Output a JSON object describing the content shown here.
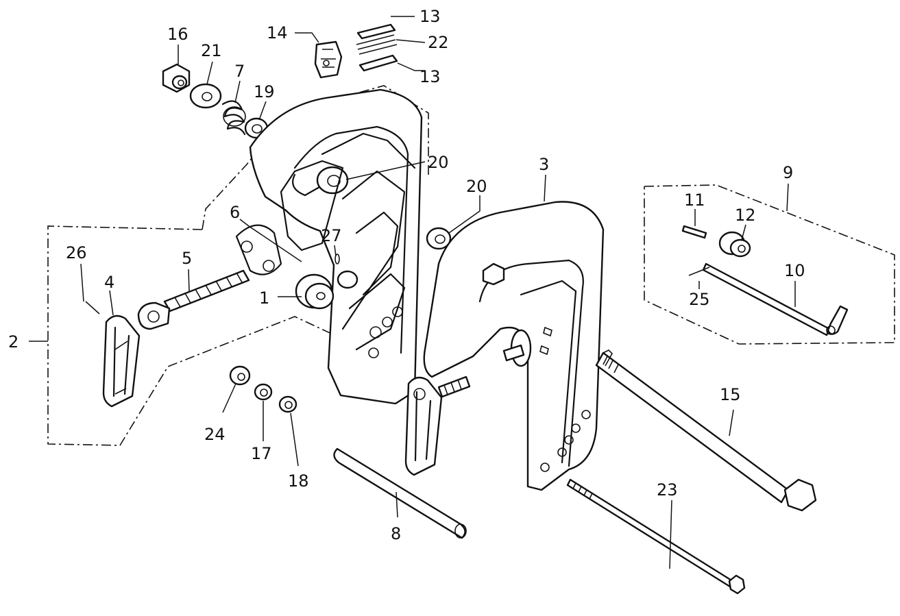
{
  "callouts": {
    "c1": "1",
    "c2": "2",
    "c3": "3",
    "c4": "4",
    "c5": "5",
    "c6": "6",
    "c7": "7",
    "c8": "8",
    "c9": "9",
    "c10": "10",
    "c11": "11",
    "c12": "12",
    "c13a": "13",
    "c13b": "13",
    "c14": "14",
    "c15": "15",
    "c16": "16",
    "c17": "17",
    "c18": "18",
    "c19": "19",
    "c20a": "20",
    "c20b": "20",
    "c21": "21",
    "c22": "22",
    "c23": "23",
    "c24": "24",
    "c25": "25",
    "c26": "26",
    "c27": "27"
  }
}
